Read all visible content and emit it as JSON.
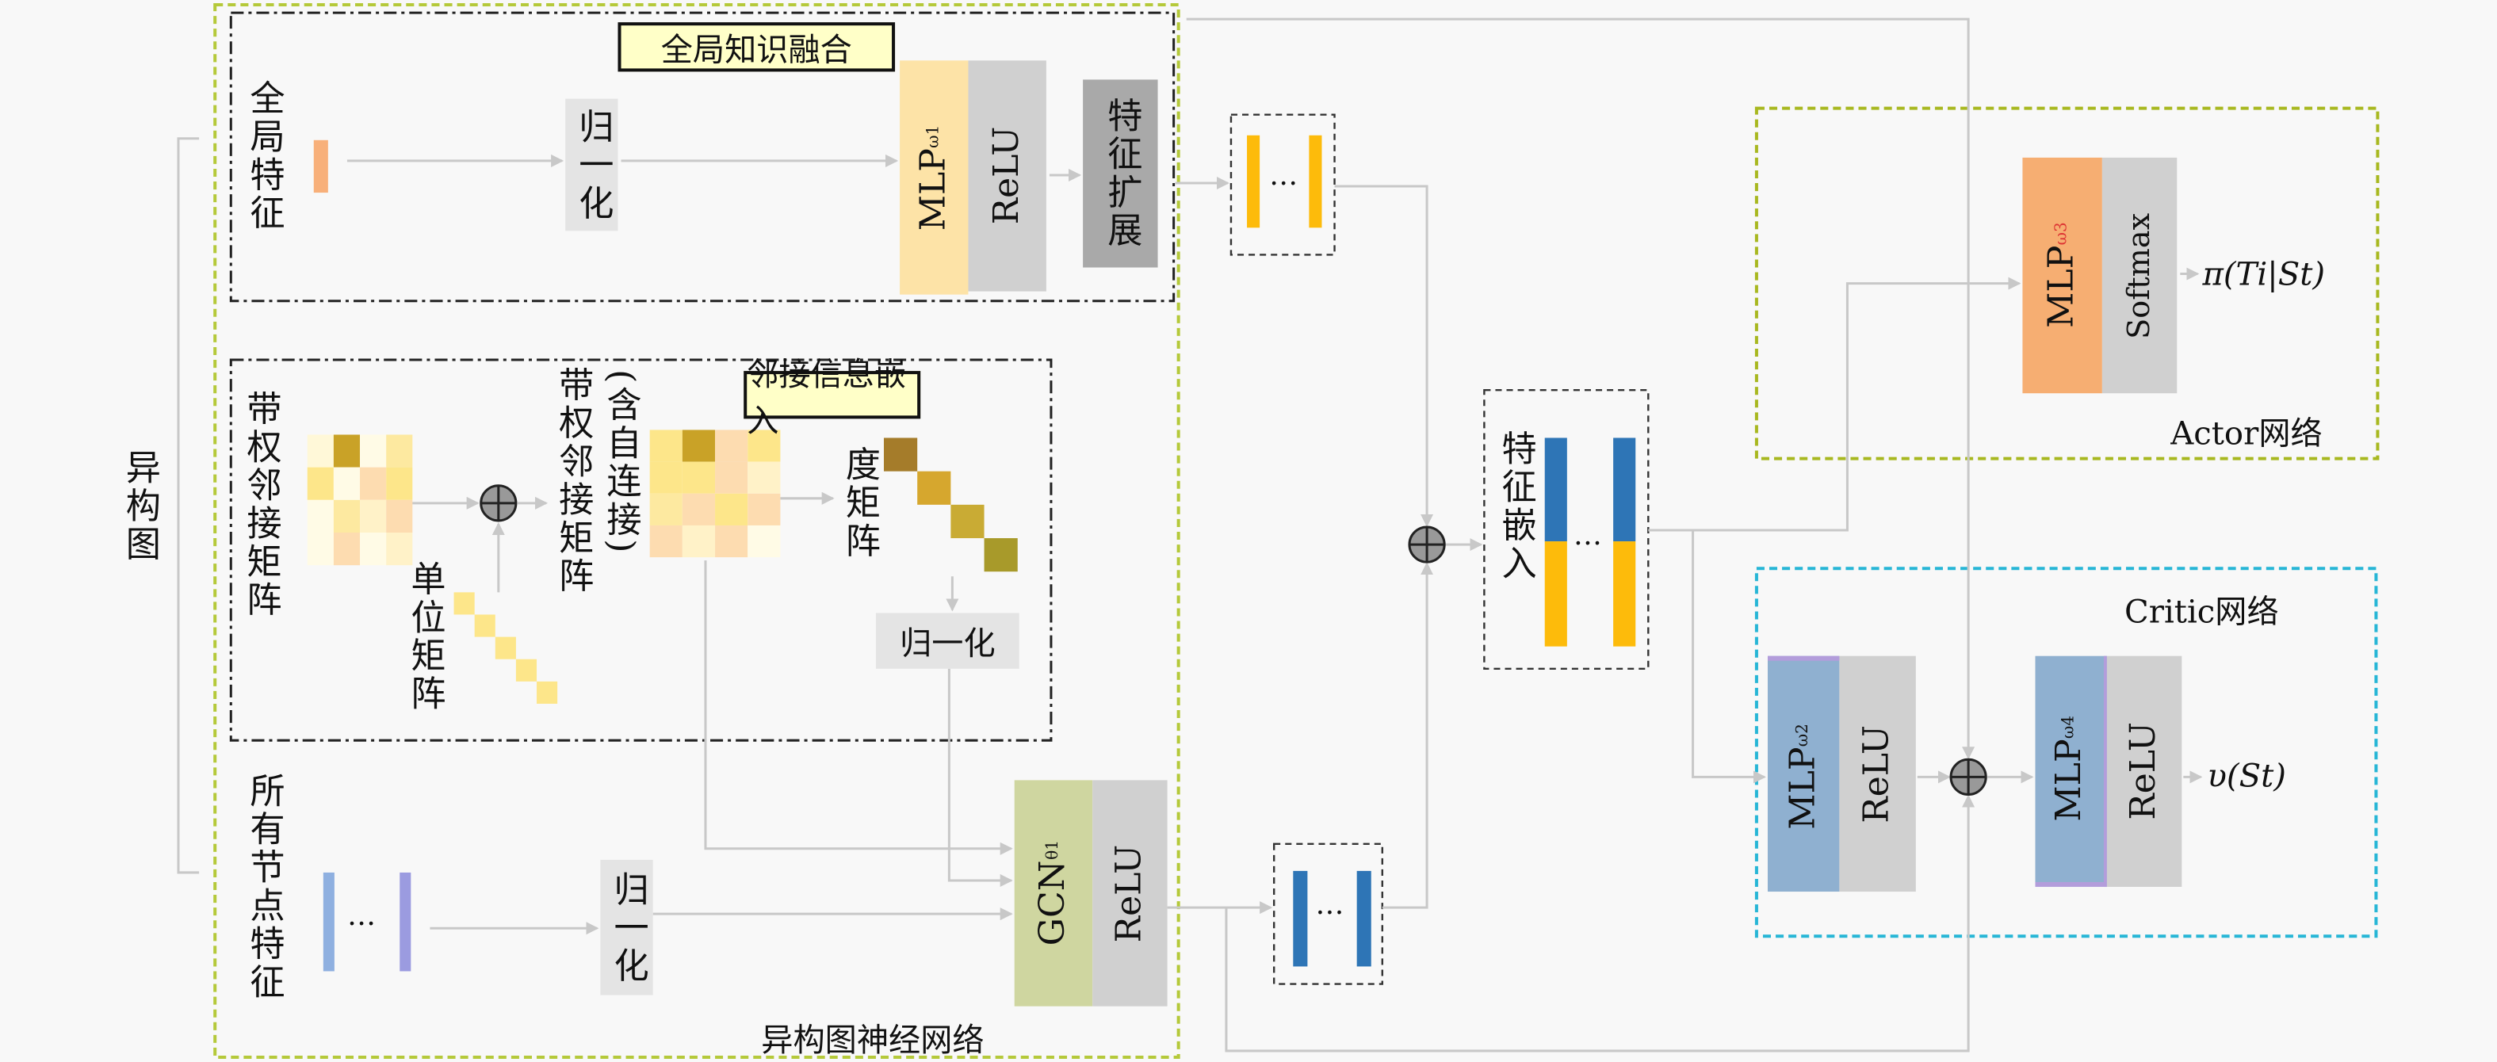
{
  "colors": {
    "outer_box": "#b5c93a",
    "critic_box": "#27b6d6",
    "arrow": "#c8c8c8",
    "mlp_global": "#fde3a7",
    "mlp_actor": "#f6ae72",
    "mlp_critic": "#8fb0d0",
    "relu": "#d0d0d0",
    "gcn": "#cfd6a0",
    "expand": "#a9a9a9",
    "bar_yellow": "#fdbb0b",
    "bar_blue": "#2e75b6",
    "title_fill": "#ffffc8"
  },
  "hetero_graph": {
    "label": "异构图"
  },
  "gnn": {
    "label": "异构图神经网络"
  },
  "global": {
    "title": "全局知识融合",
    "input_label": "全局特征",
    "norm_label": "归一化",
    "mlp_label": "MLP",
    "mlp_sub": "ω1",
    "relu_label": "ReLU",
    "expand_label": "特征扩展",
    "dots": "…"
  },
  "adjacency": {
    "title": "邻接信息嵌入",
    "weighted_label": "带权邻接矩阵",
    "identity_label": "单位矩阵",
    "selfloop_label_a": "带权邻接矩阵",
    "selfloop_label_b": "(含自连接)",
    "degree_label": "度矩阵",
    "norm_label": "归一化",
    "weighted_matrix": [
      [
        "#fff8d8",
        "#c9a227",
        "#fffbe6",
        "#fde9a0"
      ],
      [
        "#fde68a",
        "#fffbe6",
        "#fddcb0",
        "#fde68a"
      ],
      [
        "#fffbe6",
        "#fde9a0",
        "#fff2c8",
        "#fddcb0"
      ],
      [
        "#fffbe6",
        "#fddcb0",
        "#fffbe6",
        "#fff2c8"
      ]
    ],
    "selfloop_matrix": [
      [
        "#fde68a",
        "#c9a227",
        "#fddcb0",
        "#fde68a"
      ],
      [
        "#fde68a",
        "#fde68a",
        "#fddcb0",
        "#fff2c8"
      ],
      [
        "#fde9a0",
        "#fddcb0",
        "#fde68a",
        "#fddcb0"
      ],
      [
        "#fddcb0",
        "#fff2c8",
        "#fddcb0",
        "#fffbe6"
      ]
    ],
    "identity_diag": [
      "#fde68a",
      "#fde68a",
      "#fde68a",
      "#fde68a",
      "#fde68a"
    ],
    "degree_diag": [
      "#a57c2a",
      "#d6a72e",
      "#c9ab34",
      "#a89a2a"
    ]
  },
  "nodes": {
    "input_label": "所有节点特征",
    "norm_label": "归一化",
    "gcn_label": "GCN",
    "gcn_sub": "θ1",
    "relu_label": "ReLU",
    "dots": "…"
  },
  "embedding": {
    "label": "特征嵌入",
    "dots": "…"
  },
  "actor": {
    "label": "Actor网络",
    "mlp_label": "MLP",
    "mlp_sub": "ω3",
    "softmax_label": "Softmax",
    "output": "π(Ti|St)"
  },
  "critic": {
    "label": "Critic网络",
    "mlp1_label": "MLP",
    "mlp1_sub": "ω2",
    "relu1_label": "ReLU",
    "mlp2_label": "MLP",
    "mlp2_sub": "ω4",
    "relu2_label": "ReLU",
    "output": "υ(St)"
  }
}
